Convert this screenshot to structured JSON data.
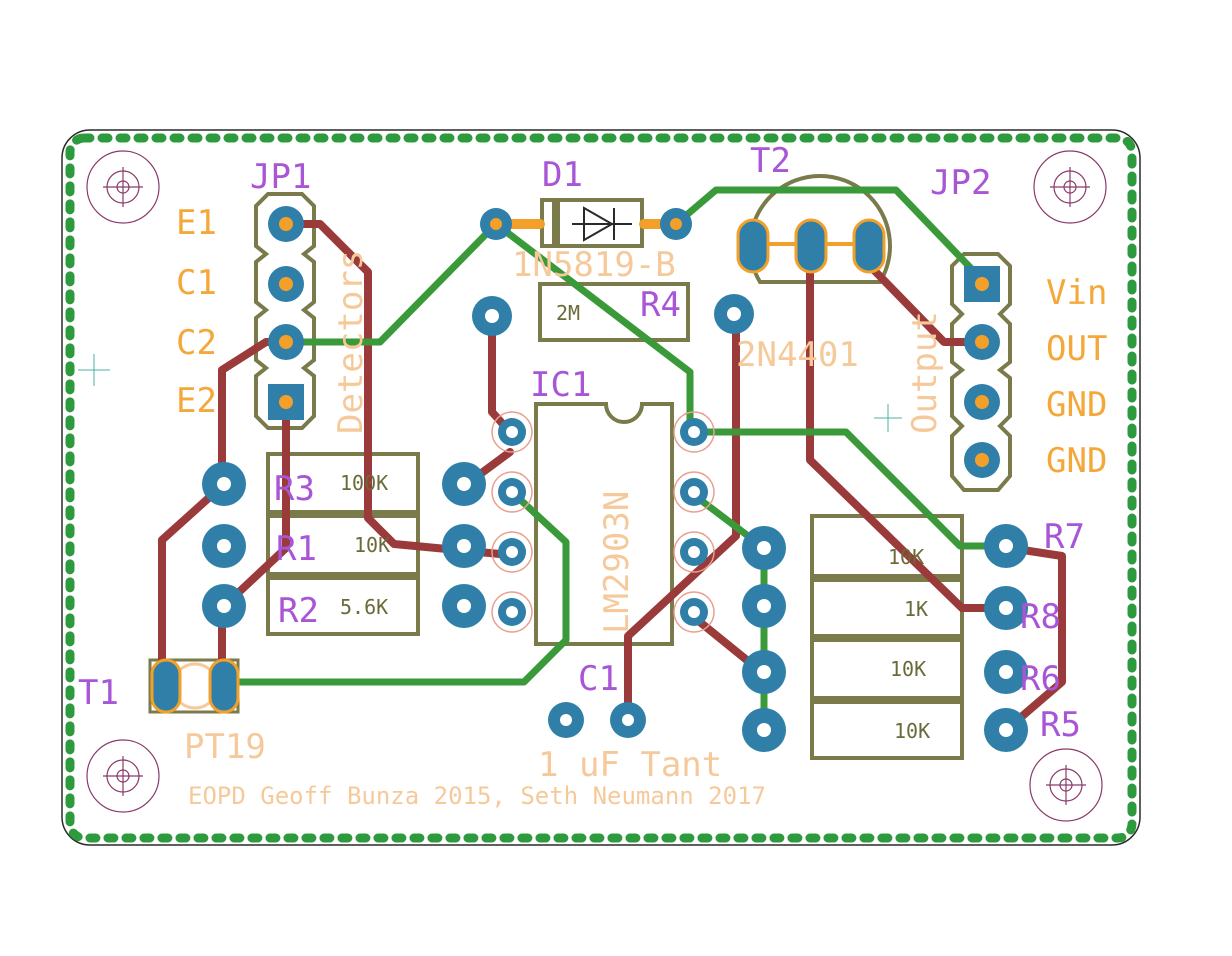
{
  "colors": {
    "board_outline": "#2a2a2a",
    "ground_ring": "#2e9a3e",
    "top_trace": "#3a9a3a",
    "bottom_trace": "#9a3a3a",
    "pad": "#2f7fa8",
    "silk": "#7a7a4a",
    "part_name": "#a855d6",
    "pin_label": "#f5a83a",
    "part_value": "#f6c99a"
  },
  "parts": {
    "jp1": "JP1",
    "jp2": "JP2",
    "d1": "D1",
    "t2": "T2",
    "t1": "T1",
    "r1": "R1",
    "r2": "R2",
    "r3": "R3",
    "r4": "R4",
    "r5": "R5",
    "r6": "R6",
    "r7": "R7",
    "r8": "R8",
    "ic1": "IC1",
    "c1": "C1"
  },
  "jp1_pins": {
    "e1": "E1",
    "c1": "C1",
    "c2": "C2",
    "e2": "E2"
  },
  "jp2_pins": {
    "vin": "Vin",
    "out": "OUT",
    "gnd1": "GND",
    "gnd2": "GND"
  },
  "values": {
    "d1": "1N5819-B",
    "t2": "2N4401",
    "t1": "PT19",
    "ic1": "LM2903N",
    "c1": "1 uF Tant",
    "r1": "10K",
    "r2": "5.6K",
    "r3": "100K",
    "r4": "2M",
    "r5": "10K",
    "r6": "10K",
    "r7": "10K",
    "r8": "1K"
  },
  "labels": {
    "detectors": "Detectors",
    "output": "Output"
  },
  "credit": "EOPD Geoff Bunza 2015, Seth Neumann 2017"
}
